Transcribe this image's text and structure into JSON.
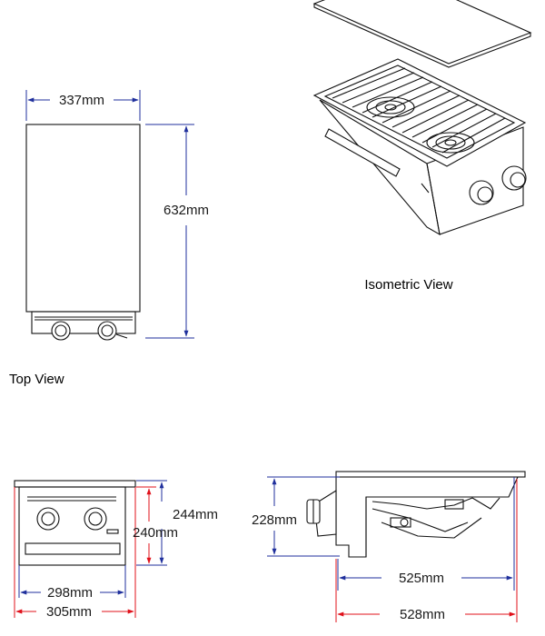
{
  "views": {
    "top_view_label": "Top View",
    "isometric_view_label": "Isometric View"
  },
  "dimensions": {
    "top_width": "337mm",
    "top_depth": "632mm",
    "front_height_outer": "244mm",
    "front_height_inner": "240mm",
    "front_width_inner": "298mm",
    "front_width_outer": "305mm",
    "side_height": "228mm",
    "side_length_inner": "525mm",
    "side_length_outer": "528mm"
  },
  "colors": {
    "dimension_blue": "#1f2f9c",
    "dimension_red": "#e0101a",
    "line": "#111111"
  }
}
